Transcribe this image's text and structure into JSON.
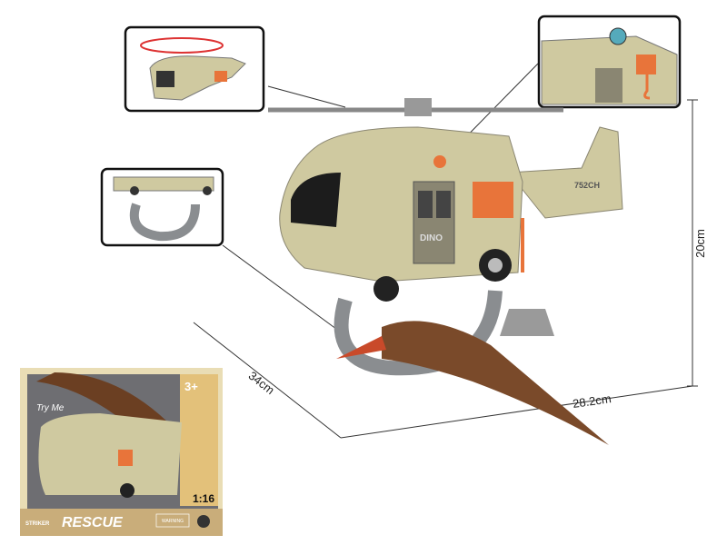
{
  "dimensions": {
    "height": "20cm",
    "length": "34cm",
    "width": "28.2cm"
  },
  "helicopter": {
    "tail_code": "752CH",
    "door_label": "DINO"
  },
  "package": {
    "try_me": "Try Me",
    "age": "3+",
    "scale": "1:16",
    "title": "RESCUE",
    "brand": "STRIKER",
    "warning": "WARNING"
  },
  "colors": {
    "body": "#cfc9a0",
    "accent": "#e8743a",
    "dino": "#7a4a2a",
    "net": "#8a8d90",
    "box_band": "#c9ad7a"
  }
}
